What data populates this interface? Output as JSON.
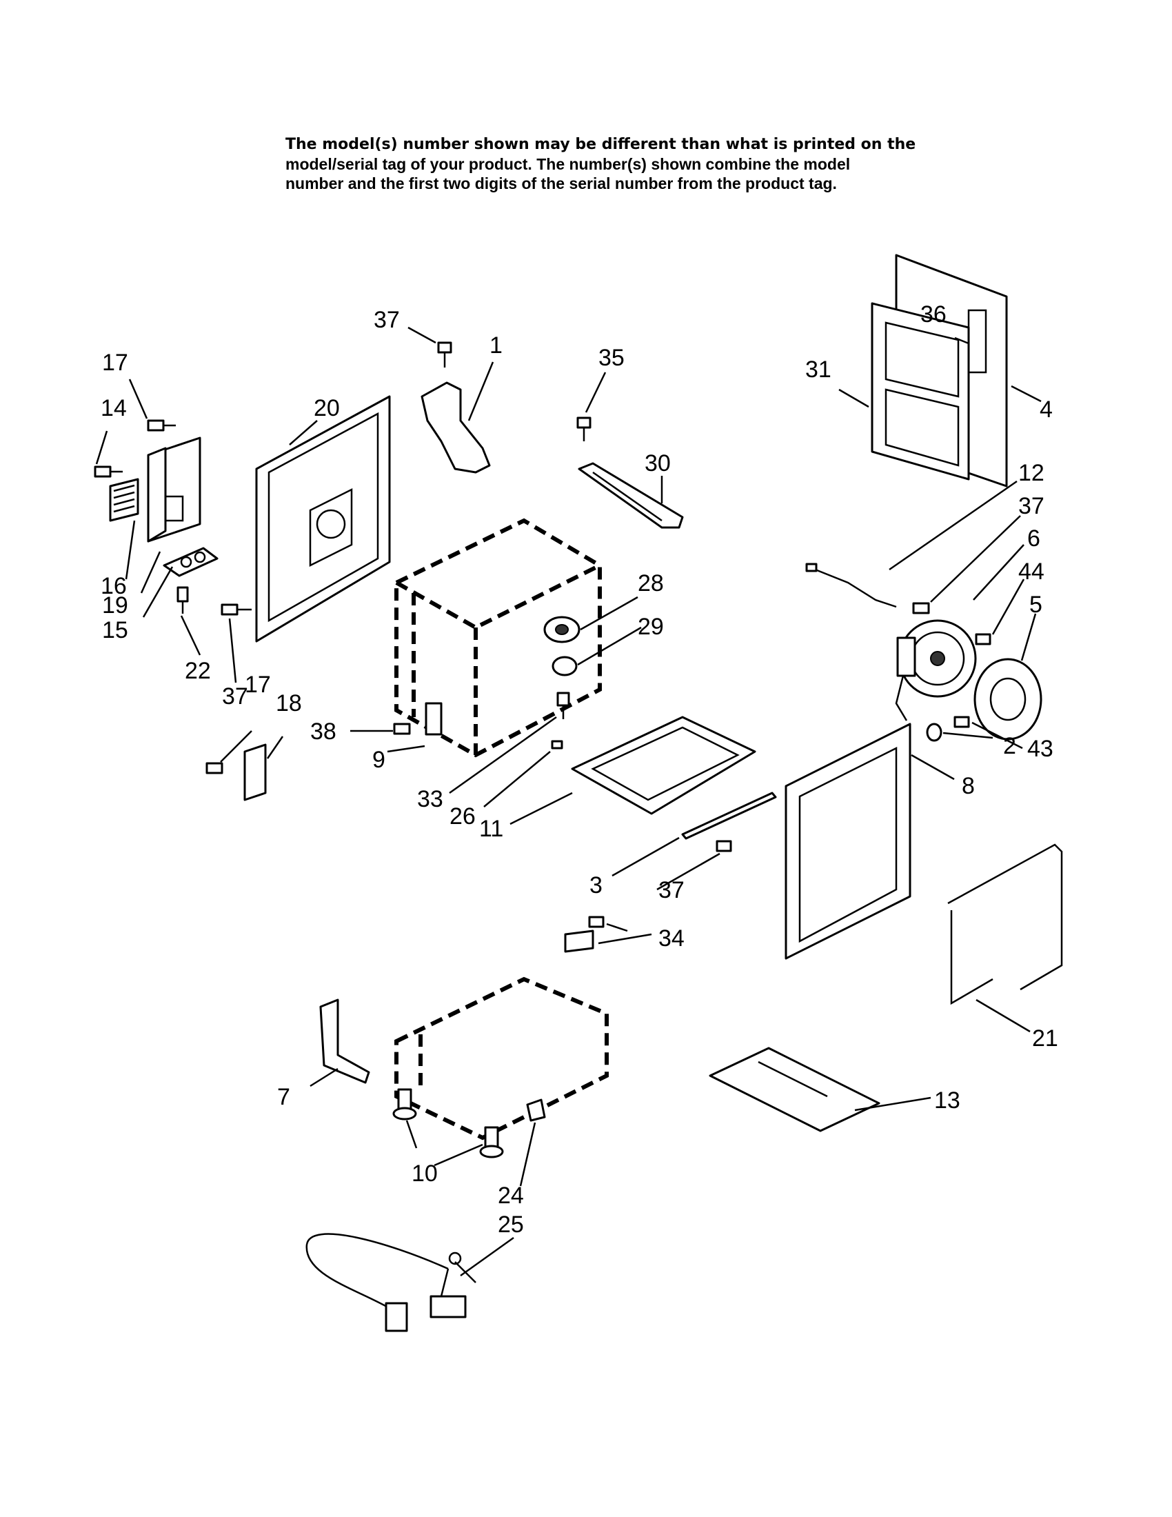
{
  "notice": {
    "line1": "The model(s) number shown may be different than what is printed on the",
    "line2": "model/serial tag of your product. The number(s) shown combine the model",
    "line3": "number and the first two digits of the serial number from the product tag."
  },
  "callouts": {
    "c37a": "37",
    "c1": "1",
    "c35": "35",
    "c17a": "17",
    "c14": "14",
    "c20": "20",
    "c31": "31",
    "c36": "36",
    "c4": "4",
    "c30": "30",
    "c12": "12",
    "c37b": "37",
    "c6": "6",
    "c44": "44",
    "c5": "5",
    "c16": "16",
    "c19": "19",
    "c15": "15",
    "c28": "28",
    "c29": "29",
    "c22": "22",
    "c37c": "37",
    "c17b": "17",
    "c18": "18",
    "c38": "38",
    "c43": "43",
    "c9": "9",
    "c2": "2",
    "c8": "8",
    "c33": "33",
    "c26": "26",
    "c11": "11",
    "c3": "3",
    "c37d": "37",
    "c34": "34",
    "c21": "21",
    "c7": "7",
    "c13": "13",
    "c10": "10",
    "c24": "24",
    "c25": "25"
  }
}
